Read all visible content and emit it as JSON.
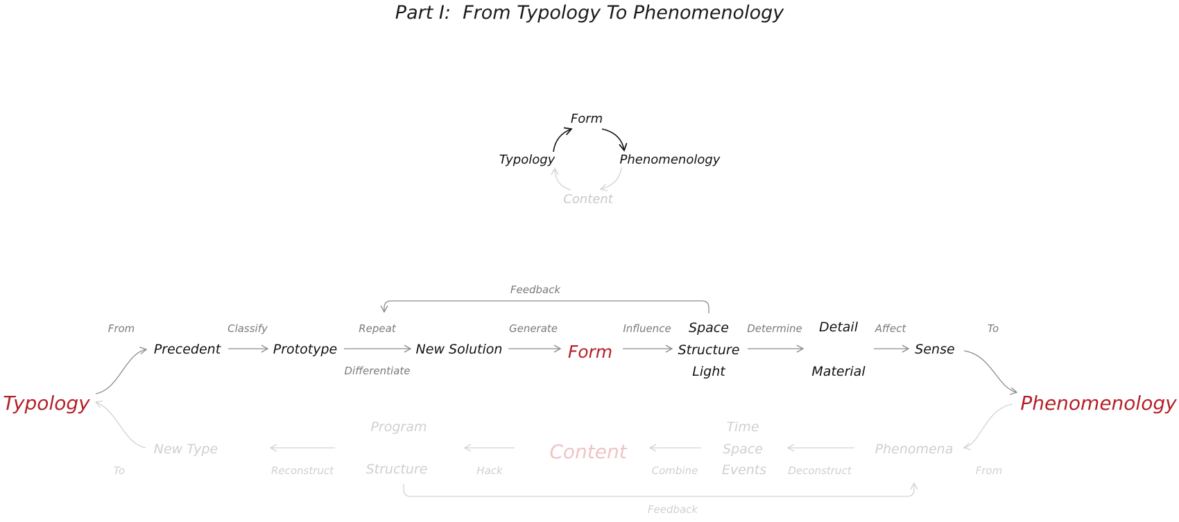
{
  "title": "Part I:  From Typology To Phenomenology",
  "colors": {
    "accent_red": "#b42028",
    "text": "#111111",
    "muted": "#7a7a7a",
    "ghost": "#cfcfcf",
    "ghost_red": "#efc4c4"
  },
  "cycle": {
    "form": "Form",
    "typology": "Typology",
    "phenomenology": "Phenomenology",
    "content": "Content"
  },
  "flow": {
    "typology": "Typology",
    "phenomenology": "Phenomenology",
    "feedback_top": "Feedback",
    "feedback_bottom": "Feedback",
    "top": {
      "from": "From",
      "precedent": "Precedent",
      "classify": "Classify",
      "prototype": "Prototype",
      "repeat": "Repeat",
      "differentiate": "Differentiate",
      "new_solution": "New Solution",
      "generate": "Generate",
      "form": "Form",
      "influence": "Influence",
      "space": "Space",
      "structure": "Structure",
      "light": "Light",
      "determine": "Determine",
      "detail": "Detail",
      "material": "Material",
      "affect": "Affect",
      "sense": "Sense",
      "to": "To"
    },
    "bottom": {
      "to": "To",
      "new_type": "New Type",
      "reconstruct": "Reconstruct",
      "program": "Program",
      "structure": "Structure",
      "hack": "Hack",
      "content": "Content",
      "combine": "Combine",
      "time": "Time",
      "space": "Space",
      "events": "Events",
      "deconstruct": "Deconstruct",
      "phenomena": "Phenomena",
      "from": "From"
    }
  }
}
